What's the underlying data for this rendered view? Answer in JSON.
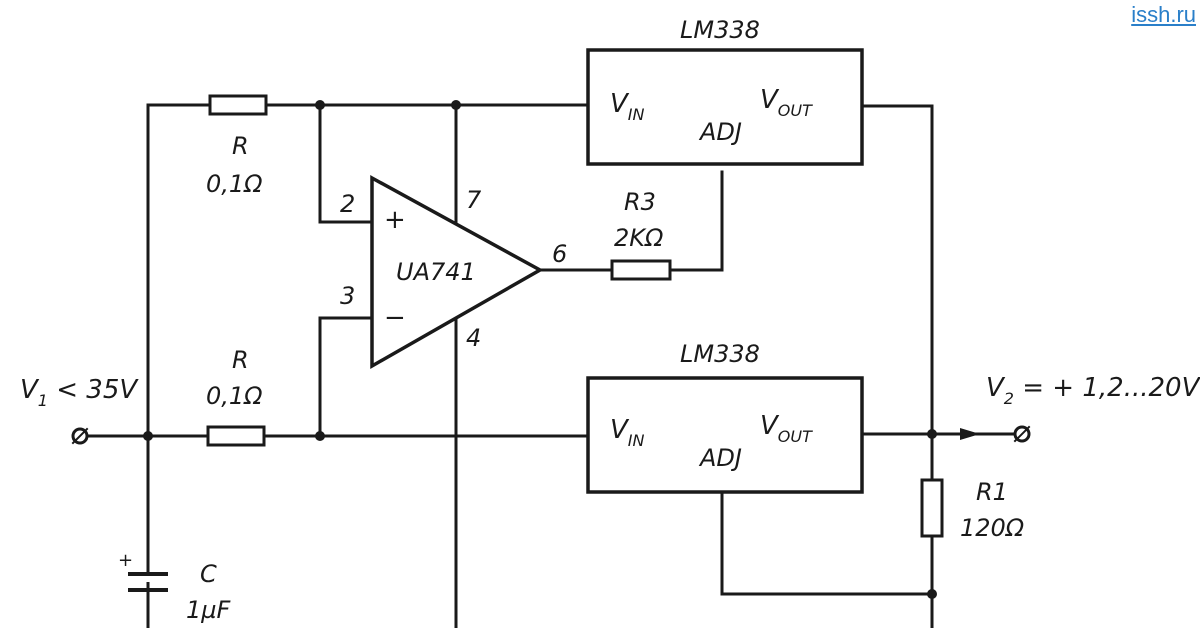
{
  "watermark": "issh.ru",
  "regulator_top": {
    "name": "LM338",
    "vin": "V",
    "vin_sub": "IN",
    "vout": "V",
    "vout_sub": "OUT",
    "adj": "ADJ"
  },
  "regulator_bottom": {
    "name": "LM338",
    "vin": "V",
    "vin_sub": "IN",
    "vout": "V",
    "vout_sub": "OUT",
    "adj": "ADJ"
  },
  "opamp": {
    "name": "UA741",
    "pin_noninv": "2",
    "pin_inv": "3",
    "pin_v_plus": "7",
    "pin_v_minus": "4",
    "pin_out": "6",
    "plus": "+",
    "minus": "−"
  },
  "r_top": {
    "name": "R",
    "value": "0,1Ω"
  },
  "r_bottom": {
    "name": "R",
    "value": "0,1Ω"
  },
  "r3": {
    "name": "R3",
    "value": "2KΩ"
  },
  "r1": {
    "name": "R1",
    "value": "120Ω"
  },
  "capacitor": {
    "name": "C",
    "value": "1µF",
    "polarity": "+"
  },
  "input": {
    "v": "V",
    "sub": "1",
    "rest": " < 35V"
  },
  "output": {
    "v": "V",
    "sub": "2",
    "rest": " = + 1,2...20V"
  }
}
